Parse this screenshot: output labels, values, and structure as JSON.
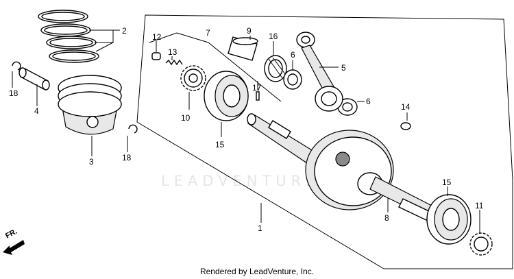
{
  "callouts": {
    "c1": "1",
    "c2": "2",
    "c3": "3",
    "c4": "4",
    "c5": "5",
    "c6a": "6",
    "c6b": "6",
    "c7": "7",
    "c8": "8",
    "c9": "9",
    "c10": "10",
    "c11": "11",
    "c12": "12",
    "c13": "13",
    "c14": "14",
    "c15a": "15",
    "c15b": "15",
    "c16": "16",
    "c17": "17",
    "c18a": "18",
    "c18b": "18"
  },
  "direction_label": "FR.",
  "watermark": "LEADVENTURE",
  "footer": "Rendered by LeadVenture, Inc."
}
